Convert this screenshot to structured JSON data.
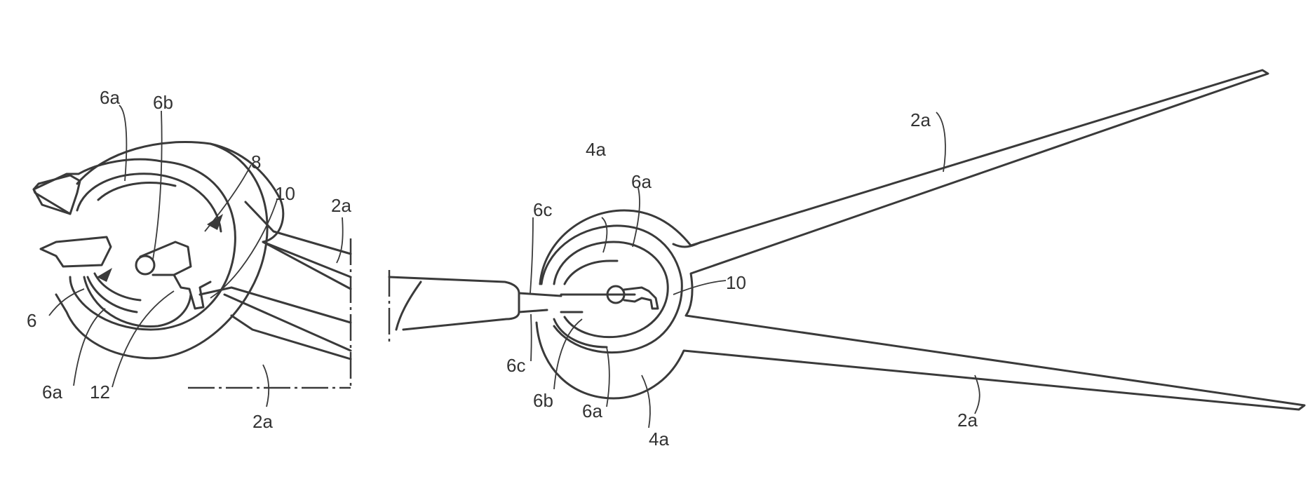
{
  "colors": {
    "line": "#3a3a3a",
    "background": "#ffffff"
  },
  "left_figure": {
    "labels": {
      "label_6a_top": "6a",
      "label_6b": "6b",
      "label_8": "8",
      "label_10": "10",
      "label_2a_upper": "2a",
      "label_6": "6",
      "label_6a_bottom": "6a",
      "label_12": "12",
      "label_2a_lower": "2a"
    }
  },
  "right_figure": {
    "labels": {
      "label_2a_top": "2a",
      "label_4a_top": "4a",
      "label_6a_top": "6a",
      "label_6c_top": "6c",
      "label_10": "10",
      "label_6c_bottom": "6c",
      "label_6b": "6b",
      "label_6a_bottom": "6a",
      "label_4a_bottom": "4a",
      "label_2a_bottom": "2a"
    }
  }
}
